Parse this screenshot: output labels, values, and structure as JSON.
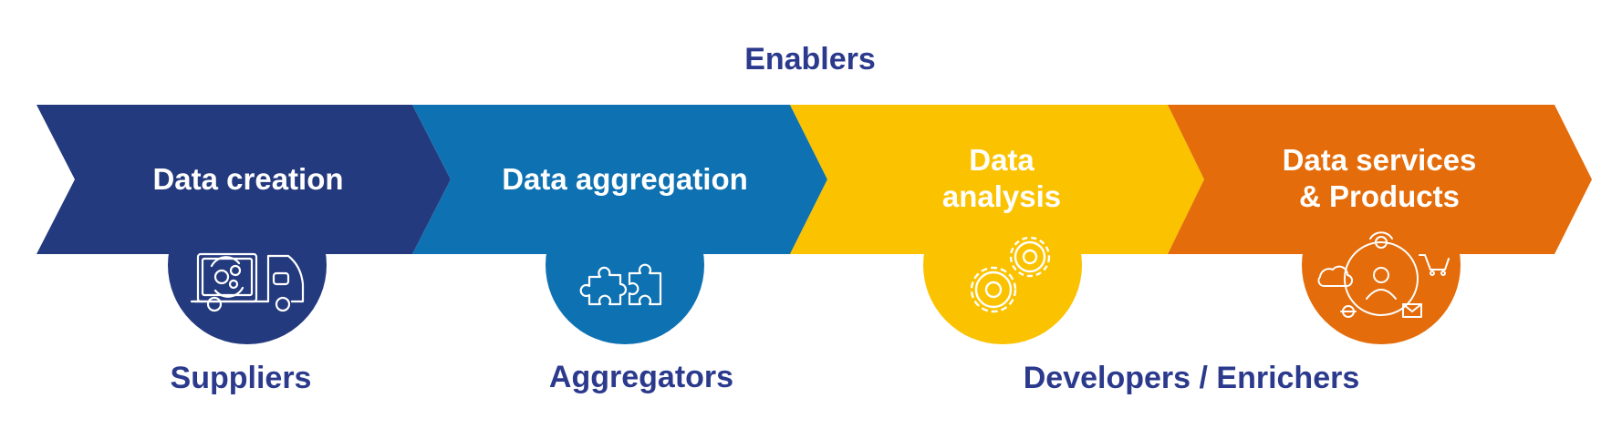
{
  "header": {
    "title": "Enablers"
  },
  "steps": [
    {
      "title": "Data creation",
      "color": "#243a7e",
      "icon": "truck-gears-icon"
    },
    {
      "title": "Data aggregation",
      "color": "#0e71b2",
      "icon": "puzzle-icon"
    },
    {
      "title": "Data\nanalysis",
      "color": "#fbc200",
      "icon": "gears-icon"
    },
    {
      "title": "Data services\n& Products",
      "color": "#e46c0a",
      "icon": "digital-services-icon"
    }
  ],
  "roles": {
    "suppliers": "Suppliers",
    "aggregators": "Aggregators",
    "developers": "Developers / Enrichers"
  }
}
